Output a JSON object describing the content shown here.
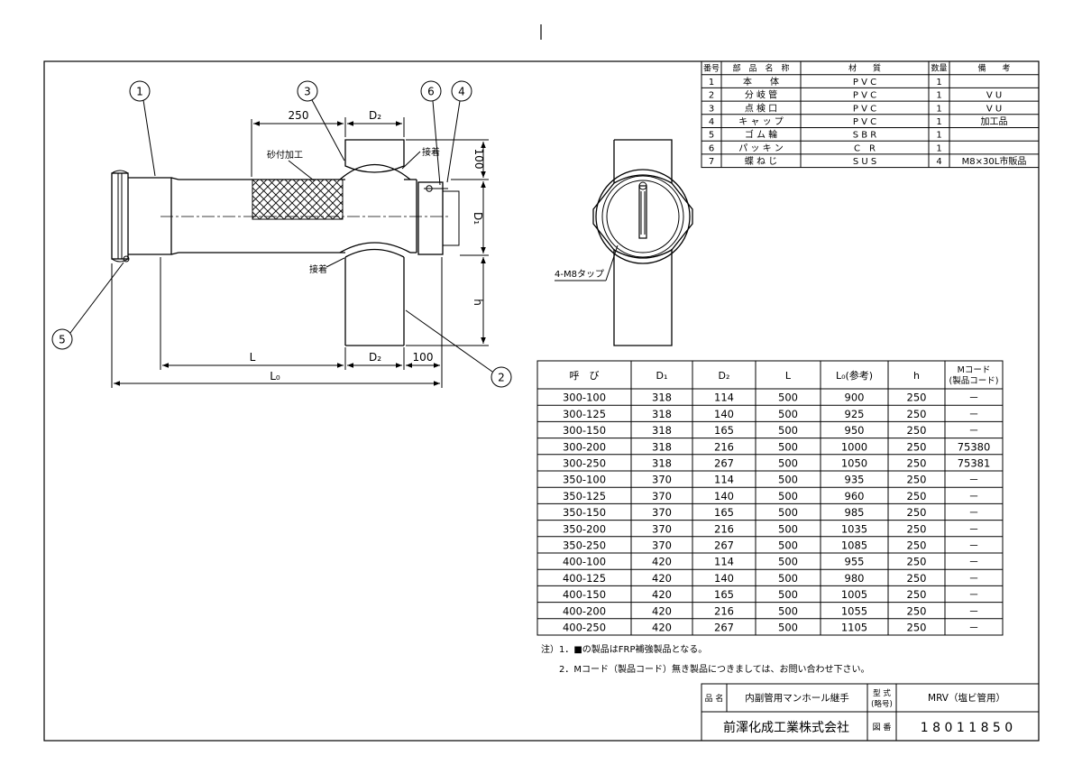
{
  "parts_table": {
    "headers": [
      "番号",
      "部　品　名　称",
      "材　　質",
      "数量",
      "備　　考"
    ],
    "rows": [
      {
        "no": "1",
        "name": "本　　体",
        "material": "P V C",
        "qty": "1",
        "note": ""
      },
      {
        "no": "2",
        "name": "分 岐 管",
        "material": "P V C",
        "qty": "1",
        "note": "V U"
      },
      {
        "no": "3",
        "name": "点 検 口",
        "material": "P V C",
        "qty": "1",
        "note": "V U"
      },
      {
        "no": "4",
        "name": "キ ャ ッ プ",
        "material": "P V C",
        "qty": "1",
        "note": "加工品"
      },
      {
        "no": "5",
        "name": "ゴ ム 輪",
        "material": "S B R",
        "qty": "1",
        "note": ""
      },
      {
        "no": "6",
        "name": "パ ッ キ ン",
        "material": "C　R",
        "qty": "1",
        "note": ""
      },
      {
        "no": "7",
        "name": "蝶 ね じ",
        "material": "S U S",
        "qty": "4",
        "note": "M8×30L市販品"
      }
    ]
  },
  "dimension_table": {
    "headers": [
      "呼　び",
      "D₁",
      "D₂",
      "L",
      "L₀(参考)",
      "h",
      "Mコード\n(製品コード)"
    ],
    "rows": [
      [
        "300-100",
        "318",
        "114",
        "500",
        "900",
        "250",
        "－"
      ],
      [
        "300-125",
        "318",
        "140",
        "500",
        "925",
        "250",
        "－"
      ],
      [
        "300-150",
        "318",
        "165",
        "500",
        "950",
        "250",
        "－"
      ],
      [
        "300-200",
        "318",
        "216",
        "500",
        "1000",
        "250",
        "75380"
      ],
      [
        "300-250",
        "318",
        "267",
        "500",
        "1050",
        "250",
        "75381"
      ],
      [
        "350-100",
        "370",
        "114",
        "500",
        "935",
        "250",
        "－"
      ],
      [
        "350-125",
        "370",
        "140",
        "500",
        "960",
        "250",
        "－"
      ],
      [
        "350-150",
        "370",
        "165",
        "500",
        "985",
        "250",
        "－"
      ],
      [
        "350-200",
        "370",
        "216",
        "500",
        "1035",
        "250",
        "－"
      ],
      [
        "350-250",
        "370",
        "267",
        "500",
        "1085",
        "250",
        "－"
      ],
      [
        "400-100",
        "420",
        "114",
        "500",
        "955",
        "250",
        "－"
      ],
      [
        "400-125",
        "420",
        "140",
        "500",
        "980",
        "250",
        "－"
      ],
      [
        "400-150",
        "420",
        "165",
        "500",
        "1005",
        "250",
        "－"
      ],
      [
        "400-200",
        "420",
        "216",
        "500",
        "1055",
        "250",
        "－"
      ],
      [
        "400-250",
        "420",
        "267",
        "500",
        "1105",
        "250",
        "－"
      ]
    ]
  },
  "notes": {
    "line1": "注）1．■の製品はFRP補強製品となる。",
    "line2": "2．Mコード（製品コード）無き製品につきましては、お問い合わせ下さい。"
  },
  "title_block": {
    "product_name_label": "品 名",
    "product_name": "内副管用マンホール継手",
    "model_label_1": "型 式",
    "model_label_2": "(略号)",
    "model": "MRV（塩ビ管用）",
    "company": "前澤化成工業株式会社",
    "drawing_no_label": "図 番",
    "drawing_no": "1 8 0 1 1 8 5 0"
  },
  "drawing_labels": {
    "balloons": [
      "1",
      "2",
      "3",
      "4",
      "5",
      "6"
    ],
    "dim_250": "250",
    "dim_d2_top": "D₂",
    "dim_100_top": "100",
    "dim_d1": "D₁",
    "dim_h": "h",
    "dim_L": "L",
    "dim_d2_bottom": "D₂",
    "dim_100_bottom": "100",
    "dim_L0": "L₀",
    "sand_label": "砂付加工",
    "bond_label_1": "接着",
    "bond_label_2": "接着",
    "tap_label": "4-M8タップ"
  }
}
